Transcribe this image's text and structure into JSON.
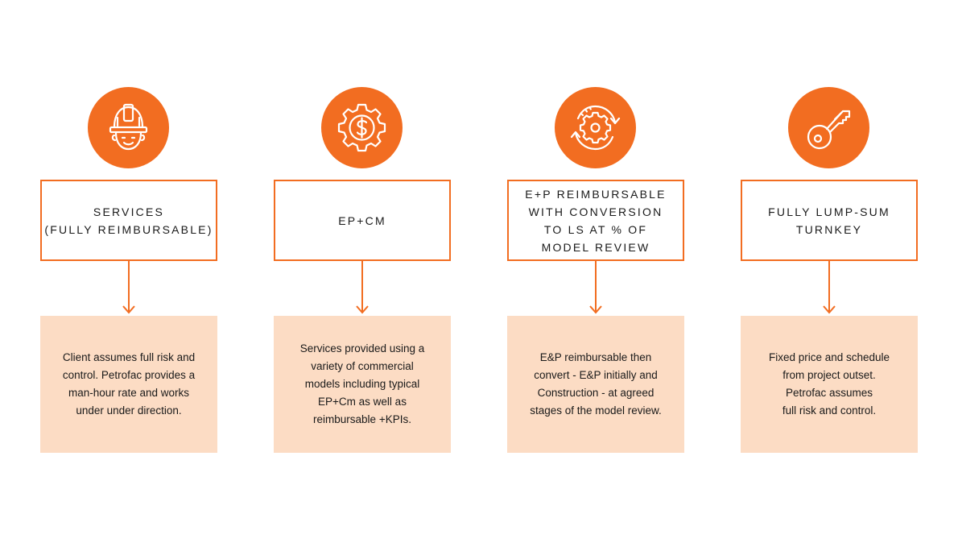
{
  "accent_color": "#f26d21",
  "desc_bg_color": "#fcdcc4",
  "columns": [
    {
      "icon": "hard-hat-worker-icon",
      "title": "SERVICES\n(FULLY REIMBURSABLE)",
      "description": "Client assumes full risk and\ncontrol. Petrofac provides a\nman-hour rate and works\nunder under direction."
    },
    {
      "icon": "gear-dollar-icon",
      "title": "EP+CM",
      "description": "Services provided using a\nvariety of commercial\nmodels including typical\nEP+Cm as well as\nreimbursable +KPIs."
    },
    {
      "icon": "gear-cycle-arrows-icon",
      "title": "E+P REIMBURSABLE\nWITH CONVERSION\nTO LS AT % OF\nMODEL REVIEW",
      "description": "E&P reimbursable then\nconvert - E&P initially and\nConstruction - at agreed\nstages of the model review."
    },
    {
      "icon": "key-icon",
      "title": "FULLY LUMP-SUM\nTURNKEY",
      "description": "Fixed price and schedule\nfrom project outset.\nPetrofac assumes\nfull risk and control."
    }
  ]
}
